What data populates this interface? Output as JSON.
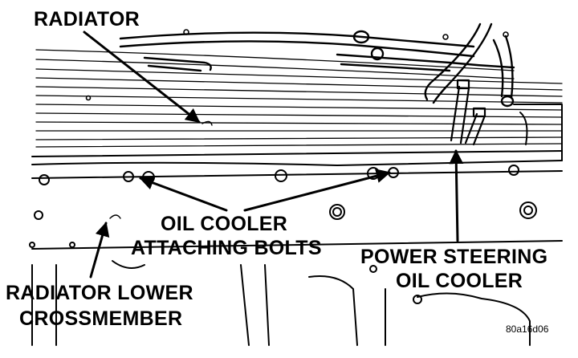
{
  "labels": {
    "radiator": "RADIATOR",
    "oil_cooler_line1": "OIL COOLER",
    "oil_cooler_line2": "ATTACHING BOLTS",
    "power_steering_line1": "POWER STEERING",
    "power_steering_line2": "OIL COOLER",
    "crossmember_line1": "RADIATOR LOWER",
    "crossmember_line2": "CROSSMEMBER",
    "figure_id": "80a16d06"
  },
  "colors": {
    "ink": "#000000",
    "paper": "#ffffff"
  }
}
